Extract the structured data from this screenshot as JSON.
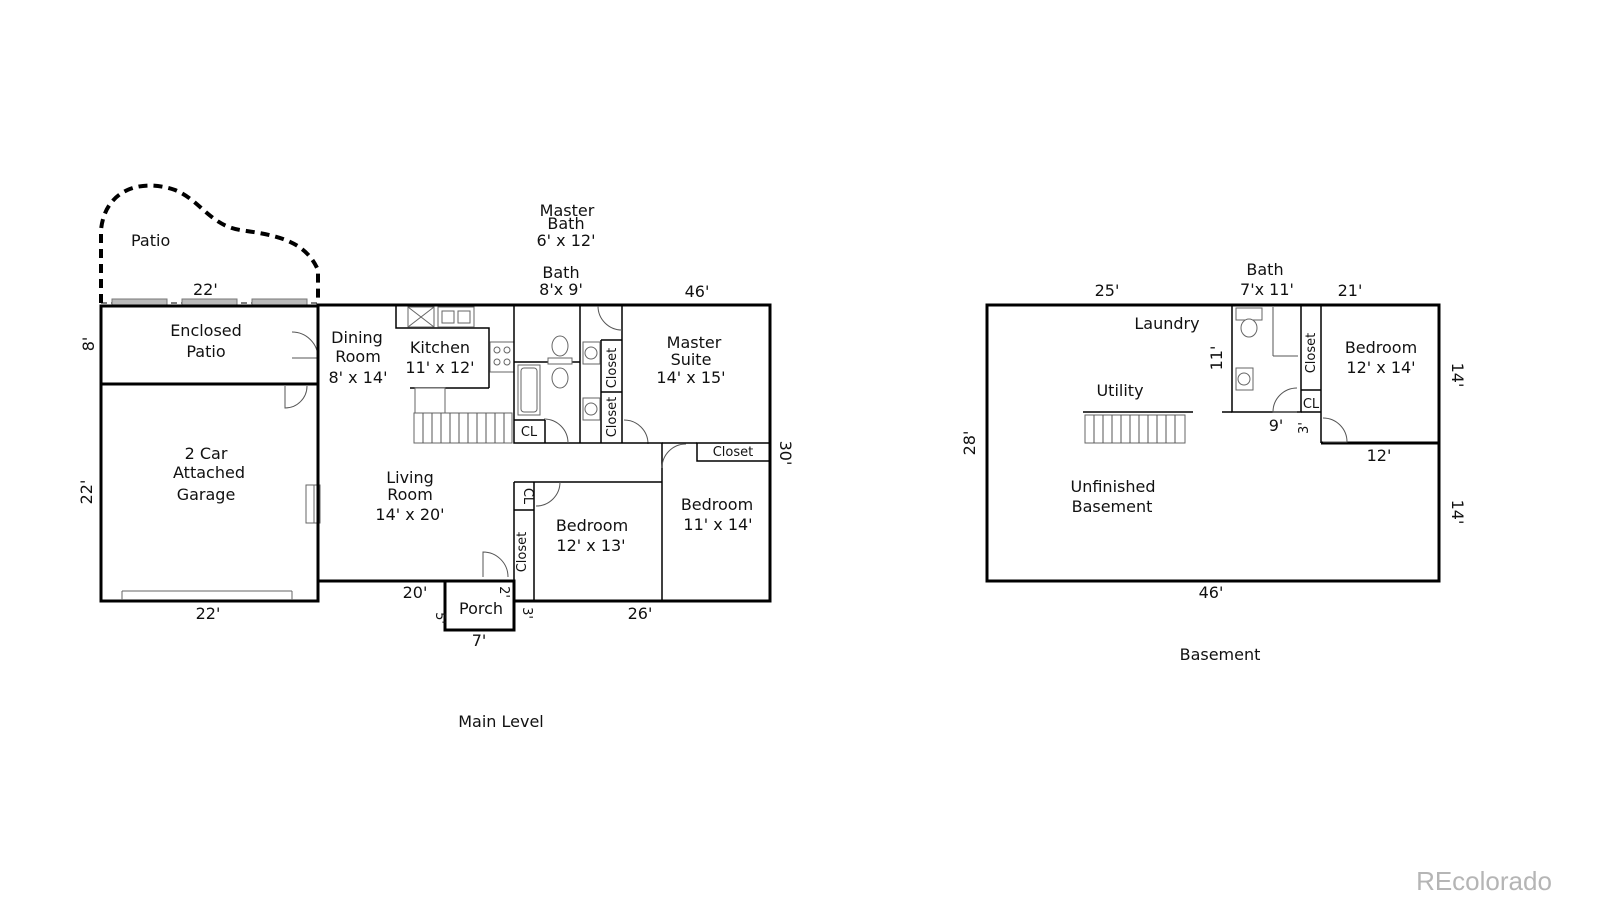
{
  "main_level": {
    "caption": "Main Level",
    "rooms": {
      "patio": "Patio",
      "enclosed_patio": [
        "Enclosed",
        "Patio"
      ],
      "garage": [
        "2 Car",
        "Attached",
        "Garage"
      ],
      "dining": [
        "Dining",
        "Room",
        "8' x 14'"
      ],
      "kitchen": [
        "Kitchen",
        "11' x 12'"
      ],
      "master_bath": [
        "Master",
        "Bath",
        "6' x 12'"
      ],
      "bath": [
        "Bath",
        "8'x 9'"
      ],
      "master_suite": [
        "Master",
        "Suite",
        "14' x 15'"
      ],
      "living": [
        "Living",
        "Room",
        "14'  x  20'"
      ],
      "bedroom_1": [
        "Bedroom",
        "12' x 13'"
      ],
      "bedroom_2": [
        "Bedroom",
        "11' x 14'"
      ],
      "porch": "Porch",
      "closet_a": "Closet",
      "closet_b": "Closet",
      "closet_c": "Closet",
      "closet_d": "Closet",
      "cl_a": "CL",
      "cl_b": "CL"
    },
    "dims": {
      "patio_top": "22'",
      "enclosed_side": "8'",
      "garage_side": "22'",
      "garage_bottom": "22'",
      "top_right": "46'",
      "right_side": "30'",
      "living_bottom": "20'",
      "porch_side": "5'",
      "porch_bottom": "7'",
      "porch_top_side": "2'",
      "porch_right": "3'",
      "bedroom_bottom": "26'"
    }
  },
  "basement": {
    "caption": "Basement",
    "rooms": {
      "bath": [
        "Bath",
        "7'x 11'"
      ],
      "laundry": "Laundry",
      "utility": "Utility",
      "unfinished": [
        "Unfinished",
        "Basement"
      ],
      "bedroom": [
        "Bedroom",
        "12' x 14'"
      ],
      "closet": "Closet",
      "cl": "CL"
    },
    "dims": {
      "top_left": "25'",
      "top_right": "21'",
      "left_side": "28'",
      "bath_side": "11'",
      "bath_bottom": "9'",
      "cl_side": "3'",
      "bed_bottom": "12'",
      "right_upper": "14'",
      "right_lower": "14'",
      "bottom": "46'"
    }
  },
  "watermark": "REcolorado"
}
